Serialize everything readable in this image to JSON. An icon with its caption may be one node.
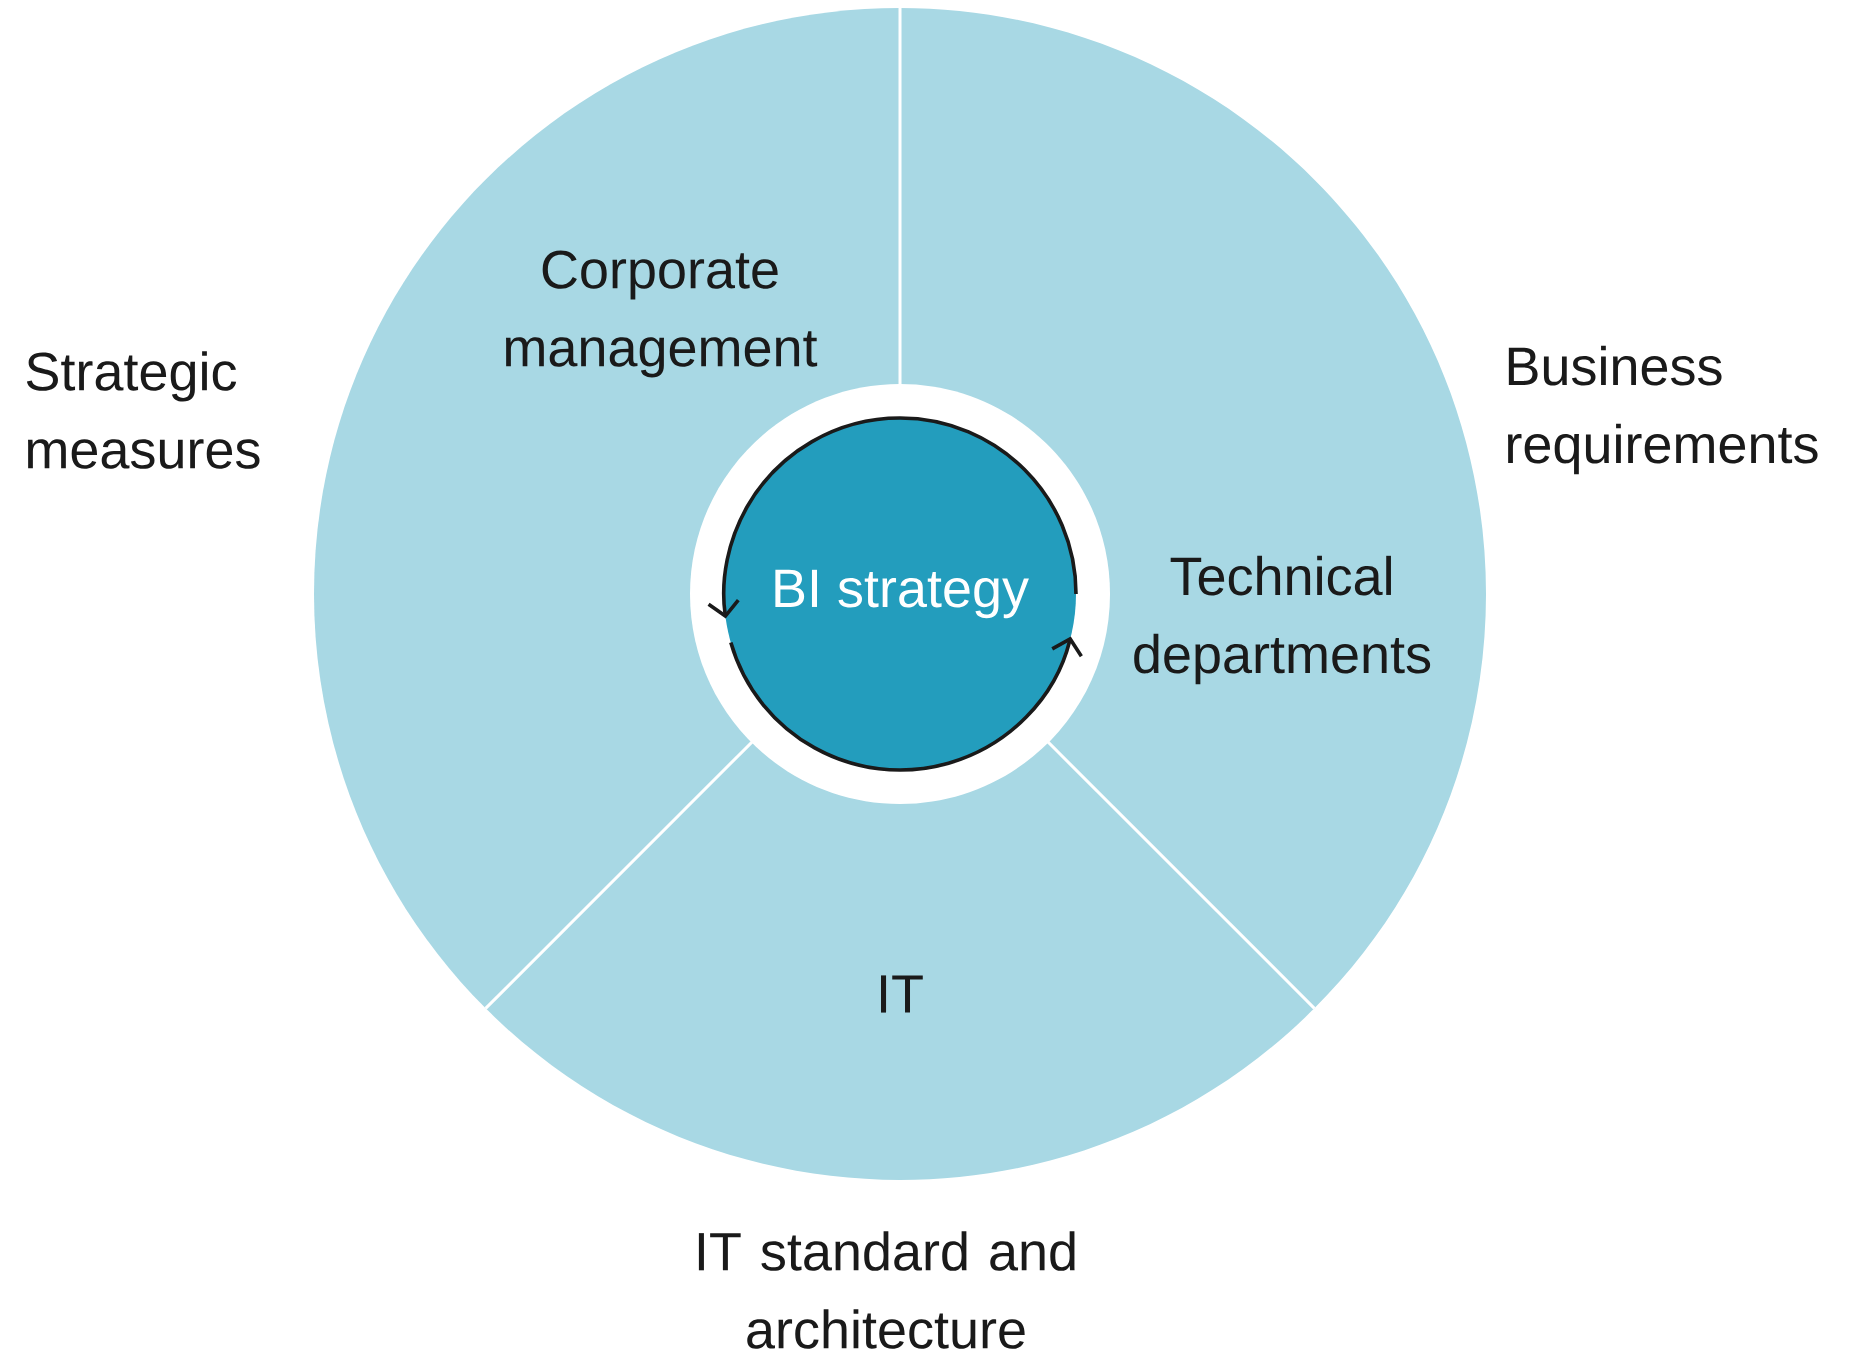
{
  "diagram": {
    "nodes": [
      {
        "text": [
          "Corporate management"
        ]
      },
      {
        "text": [
          "Technical departments"
        ]
      },
      {
        "text": [
          "BI strategy"
        ]
      },
      {
        "text": [
          "IT"
        ]
      }
    ],
    "labels": [
      "Strategic measures",
      "Business requirements",
      "IT standard and architecture"
    ]
  }
}
